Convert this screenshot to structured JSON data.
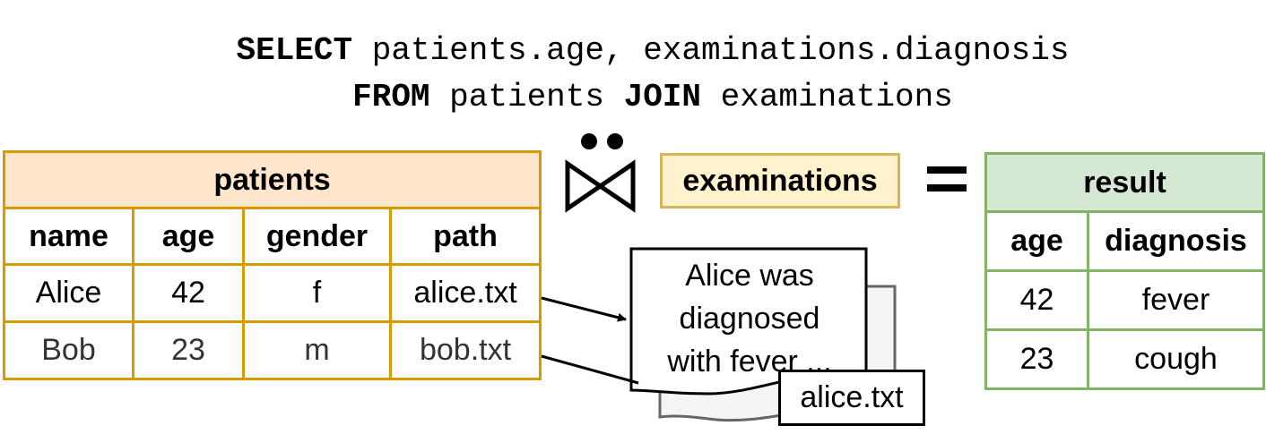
{
  "query": {
    "line1": {
      "kw": "SELECT",
      "rest": " patients.age, examinations.diagnosis"
    },
    "line2": {
      "kw1": "FROM",
      "mid": " patients ",
      "kw2": "JOIN",
      "rest": " examinations"
    }
  },
  "patients": {
    "title": "patients",
    "columns": [
      "name",
      "age",
      "gender",
      "path"
    ],
    "rows": [
      [
        "Alice",
        "42",
        "f",
        "alice.txt"
      ],
      [
        "Bob",
        "23",
        "m",
        "bob.txt"
      ]
    ]
  },
  "examinations": {
    "label": "examinations"
  },
  "operators": {
    "equals": "="
  },
  "document": {
    "lines": [
      "Alice was",
      "diagnosed",
      "with fever ..."
    ],
    "filename": "alice.txt"
  },
  "result": {
    "title": "result",
    "columns": [
      "age",
      "diagnosis"
    ],
    "rows": [
      [
        "42",
        "fever"
      ],
      [
        "23",
        "cough"
      ]
    ]
  },
  "colors": {
    "patients_border": "#d79b00",
    "patients_fill": "#ffe6cc",
    "exam_border": "#d6b656",
    "exam_fill": "#fff2cc",
    "result_border": "#82b366",
    "result_fill": "#d5e8d4"
  }
}
